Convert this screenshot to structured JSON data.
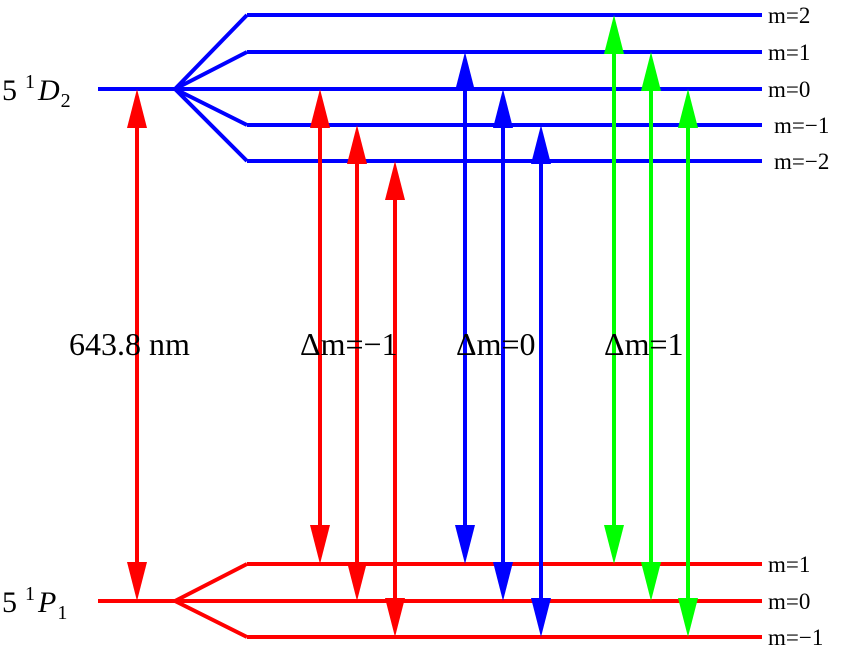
{
  "upper_state": {
    "label": {
      "n": "5",
      "mult": "1",
      "term": "D",
      "j": "2"
    },
    "color": "#0000ff",
    "sublevels": [
      "m=2",
      "m=1",
      "m=0",
      "m=−1",
      "m=−2"
    ]
  },
  "lower_state": {
    "label": {
      "n": "5",
      "mult": "1",
      "term": "P",
      "j": "1"
    },
    "color": "#ff0000",
    "sublevels": [
      "m=1",
      "m=0",
      "m=−1"
    ]
  },
  "wavelength_label": "643.8 nm",
  "transition_groups": [
    {
      "label": "Δm=−1",
      "color": "#ff0000"
    },
    {
      "label": "Δm=0",
      "color": "#0000ff"
    },
    {
      "label": "Δm=1",
      "color": "#00ff00"
    }
  ],
  "transitions": [
    {
      "upper": "m=0",
      "lower": "m=0",
      "color": "#ff0000"
    },
    {
      "upper": "m=0",
      "lower": "m=1",
      "color": "#ff0000"
    },
    {
      "upper": "m=−1",
      "lower": "m=0",
      "color": "#ff0000"
    },
    {
      "upper": "m=−2",
      "lower": "m=−1",
      "color": "#ff0000"
    },
    {
      "upper": "m=1",
      "lower": "m=1",
      "color": "#0000ff"
    },
    {
      "upper": "m=0",
      "lower": "m=0",
      "color": "#0000ff"
    },
    {
      "upper": "m=−1",
      "lower": "m=−1",
      "color": "#0000ff"
    },
    {
      "upper": "m=2",
      "lower": "m=1",
      "color": "#00ff00"
    },
    {
      "upper": "m=1",
      "lower": "m=0",
      "color": "#00ff00"
    },
    {
      "upper": "m=0",
      "lower": "m=−1",
      "color": "#00ff00"
    }
  ]
}
